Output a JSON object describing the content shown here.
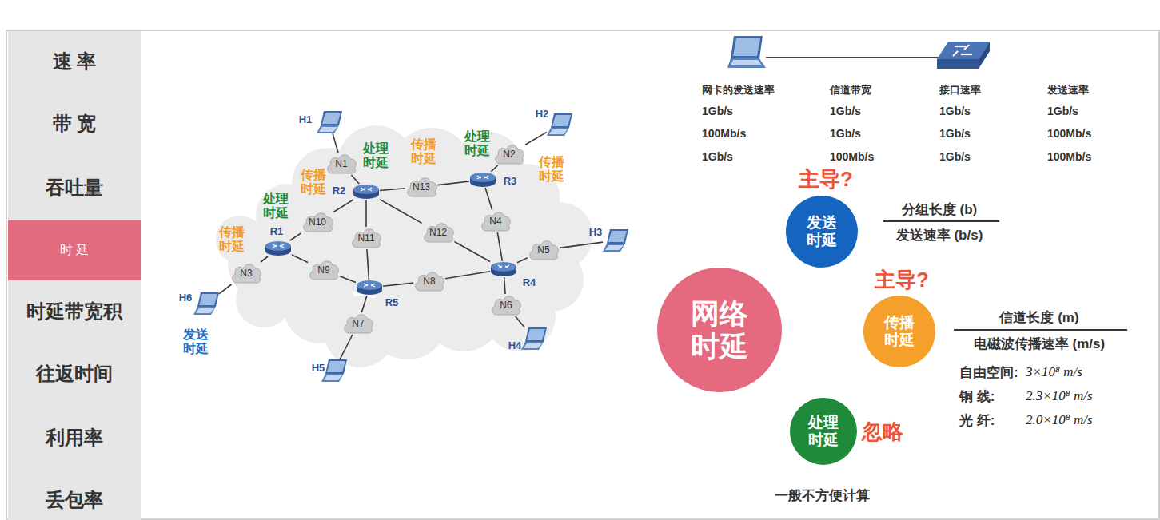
{
  "diagram": {
    "nodes": [
      {
        "text": [
          "速 率"
        ]
      },
      {
        "text": [
          "带 宽"
        ]
      },
      {
        "text": [
          "吞吐量"
        ]
      },
      {
        "text": [
          "时 延"
        ]
      },
      {
        "text": [
          "时延带宽积"
        ]
      },
      {
        "text": [
          "往返时间"
        ]
      },
      {
        "text": [
          "利用率"
        ]
      },
      {
        "text": [
          "丢包率"
        ]
      },
      {
        "text": [
          "H1"
        ]
      },
      {
        "text": [
          "H2"
        ]
      },
      {
        "text": [
          "N1"
        ]
      },
      {
        "text": [
          "N2"
        ]
      },
      {
        "text": [
          "R2"
        ]
      },
      {
        "text": [
          "R3"
        ]
      },
      {
        "text": [
          "N13"
        ]
      },
      {
        "text": [
          "N10"
        ]
      },
      {
        "text": [
          "N11"
        ]
      },
      {
        "text": [
          "N12"
        ]
      },
      {
        "text": [
          "N4"
        ]
      },
      {
        "text": [
          "R1"
        ]
      },
      {
        "text": [
          "N5"
        ]
      },
      {
        "text": [
          "H3"
        ]
      },
      {
        "text": [
          "N3"
        ]
      },
      {
        "text": [
          "N9"
        ]
      },
      {
        "text": [
          "R4"
        ]
      },
      {
        "text": [
          "N8"
        ]
      },
      {
        "text": [
          "R5"
        ]
      },
      {
        "text": [
          "H6"
        ]
      },
      {
        "text": [
          "N6"
        ]
      },
      {
        "text": [
          "N7"
        ]
      },
      {
        "text": [
          "H4"
        ]
      },
      {
        "text": [
          "H5"
        ]
      },
      {
        "text": [
          "发送时延"
        ]
      },
      {
        "text": [
          "网络时延"
        ]
      },
      {
        "text": [
          "传播时延"
        ]
      },
      {
        "text": [
          "处理时延"
        ]
      }
    ],
    "edges": [
      {
        "from": 8,
        "to": 10,
        "arrow": "none"
      },
      {
        "from": 10,
        "to": 12,
        "arrow": "none"
      },
      {
        "from": 12,
        "to": 14,
        "arrow": "none"
      },
      {
        "from": 14,
        "to": 13,
        "arrow": "none"
      },
      {
        "from": 13,
        "to": 11,
        "arrow": "none"
      },
      {
        "from": 11,
        "to": 9,
        "arrow": "none"
      },
      {
        "from": 12,
        "to": 15,
        "arrow": "none"
      },
      {
        "from": 15,
        "to": 19,
        "arrow": "none"
      },
      {
        "from": 19,
        "to": 22,
        "arrow": "none"
      },
      {
        "from": 22,
        "to": 27,
        "arrow": "none"
      },
      {
        "from": 19,
        "to": 23,
        "arrow": "none"
      },
      {
        "from": 23,
        "to": 26,
        "arrow": "none"
      },
      {
        "from": 12,
        "to": 16,
        "arrow": "none"
      },
      {
        "from": 16,
        "to": 26,
        "arrow": "none"
      },
      {
        "from": 12,
        "to": 17,
        "arrow": "none"
      },
      {
        "from": 17,
        "to": 24,
        "arrow": "none"
      },
      {
        "from": 13,
        "to": 18,
        "arrow": "none"
      },
      {
        "from": 18,
        "to": 24,
        "arrow": "none"
      },
      {
        "from": 24,
        "to": 20,
        "arrow": "none"
      },
      {
        "from": 20,
        "to": 21,
        "arrow": "none"
      },
      {
        "from": 26,
        "to": 25,
        "arrow": "none"
      },
      {
        "from": 25,
        "to": 24,
        "arrow": "none"
      },
      {
        "from": 26,
        "to": 29,
        "arrow": "none"
      },
      {
        "from": 29,
        "to": 31,
        "arrow": "none"
      },
      {
        "from": 24,
        "to": 28,
        "arrow": "none"
      },
      {
        "from": 28,
        "to": 30,
        "arrow": "none"
      }
    ],
    "labels": [
      "处理时延",
      "传播时延",
      "处理时延",
      "传播时延",
      "传播时延",
      "处理时延",
      "传播时延",
      "发送时延",
      "网卡的发送速率",
      "信道带宽",
      "接口速率",
      "发送速率",
      "1Gb/s",
      "1Gb/s",
      "1Gb/s",
      "1Gb/s",
      "100Mb/s",
      "1Gb/s",
      "1Gb/s",
      "100Mb/s",
      "1Gb/s",
      "100Mb/s",
      "1Gb/s",
      "100Mb/s",
      "主导?",
      "分组长度 (b)",
      "发送速率 (b/s)",
      "主导?",
      "信道长度 (m)",
      "电磁波传播速率 (m/s)",
      "自由空间:",
      "3×10⁸ m/s",
      "铜 线:",
      "2.3×10⁸ m/s",
      "光 纤:",
      "2.0×10⁸ m/s",
      "忽略",
      "一般不方便计算"
    ]
  }
}
